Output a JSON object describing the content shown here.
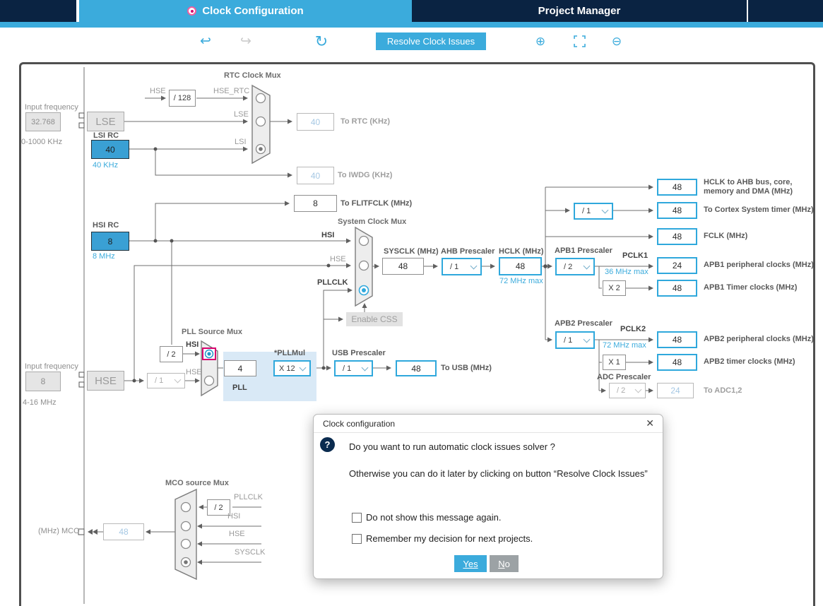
{
  "colors": {
    "accent": "#3BABDC",
    "navy": "#0A2342",
    "selection_highlight": "#D6006E",
    "wire": "#6F6F6F"
  },
  "icons": {
    "undo": "↩",
    "redo": "↪",
    "reset": "↻",
    "zoom_in": "⊕",
    "zoom_out": "⊖",
    "close": "✕",
    "question_mark": "?"
  },
  "tabs": {
    "clock": {
      "label": "Clock Configuration"
    },
    "project": {
      "label": "Project Manager"
    }
  },
  "toolbar": {
    "resolve": "Resolve Clock Issues"
  },
  "diagram": {
    "lse_input": {
      "label": "Input frequency",
      "value": "32.768",
      "range": "0-1000 KHz"
    },
    "hse_input": {
      "label": "Input frequency",
      "value": "8",
      "range": "4-16 MHz"
    },
    "lse": {
      "label": "LSE"
    },
    "lsi": {
      "label": "LSI RC",
      "value": "40",
      "freq": "40 KHz"
    },
    "hsi": {
      "label": "HSI RC",
      "value": "8",
      "freq": "8 MHz"
    },
    "hse": {
      "label": "HSE"
    },
    "rtc_mux": {
      "title": "RTC Clock Mux",
      "hse": "HSE",
      "div128": "/ 128",
      "hse_rtc": "HSE_RTC",
      "lse": "LSE",
      "lsi": "LSI"
    },
    "to_rtc": {
      "value": "40",
      "label": "To RTC (KHz)"
    },
    "to_iwdg": {
      "value": "40",
      "label": "To IWDG (KHz)"
    },
    "to_flitf": {
      "value": "8",
      "label": "To FLITFCLK (MHz)"
    },
    "sys_mux": {
      "title": "System Clock Mux",
      "hsi": "HSI",
      "hse": "HSE",
      "pllclk": "PLLCLK",
      "enable_css": "Enable CSS"
    },
    "sysclk": {
      "label": "SYSCLK (MHz)",
      "value": "48"
    },
    "ahb": {
      "label": "AHB Prescaler",
      "value": "/ 1"
    },
    "hclk": {
      "label": "HCLK (MHz)",
      "value": "48",
      "max": "72 MHz max"
    },
    "cortex_presc": {
      "value": "/ 1"
    },
    "out_hclk": {
      "value": "48",
      "label1": "HCLK to AHB bus, core,",
      "label2": "memory and DMA (MHz)"
    },
    "out_cortex": {
      "value": "48",
      "label": "To Cortex System timer (MHz)"
    },
    "out_fclk": {
      "value": "48",
      "label": "FCLK (MHz)"
    },
    "apb1": {
      "label": "APB1 Prescaler",
      "value": "/ 2",
      "pclk": "PCLK1",
      "max": "36 MHz max",
      "mult": "X 2"
    },
    "out_apb1p": {
      "value": "24",
      "label": "APB1 peripheral clocks (MHz)"
    },
    "out_apb1t": {
      "value": "48",
      "label": "APB1 Timer clocks (MHz)"
    },
    "apb2": {
      "label": "APB2 Prescaler",
      "value": "/ 1",
      "pclk": "PCLK2",
      "max": "72 MHz max",
      "mult": "X 1"
    },
    "out_apb2p": {
      "value": "48",
      "label": "APB2 peripheral clocks (MHz)"
    },
    "out_apb2t": {
      "value": "48",
      "label": "APB2 timer clocks (MHz)"
    },
    "adc": {
      "label": "ADC Prescaler",
      "value": "/ 2"
    },
    "out_adc": {
      "value": "24",
      "label": "To ADC1,2"
    },
    "pll_mux": {
      "title": "PLL Source Mux",
      "hsi": "HSI",
      "hse": "HSE",
      "div2": "/ 2",
      "div1": "/ 1"
    },
    "pll": {
      "label": "PLL",
      "input_value": "4",
      "mul_label": "*PLLMul",
      "mul_value": "X 12"
    },
    "usb": {
      "label": "USB Prescaler",
      "value": "/ 1"
    },
    "out_usb": {
      "value": "48",
      "label": "To USB (MHz)"
    },
    "mco_mux": {
      "title": "MCO source Mux",
      "div2": "/ 2",
      "pllclk": "PLLCLK",
      "hsi": "HSI",
      "hse": "HSE",
      "sysclk": "SYSCLK"
    },
    "out_mco": {
      "value": "48",
      "label": "(MHz) MCO"
    }
  },
  "dialog": {
    "title": "Clock configuration",
    "line1": "Do you want to run automatic clock issues solver ?",
    "line2": "Otherwise you can do it later by clicking on button “Resolve Clock Issues”",
    "check1": "Do not show this message again.",
    "check2": "Remember my decision for next projects.",
    "yes": "Yes",
    "no": "No"
  }
}
